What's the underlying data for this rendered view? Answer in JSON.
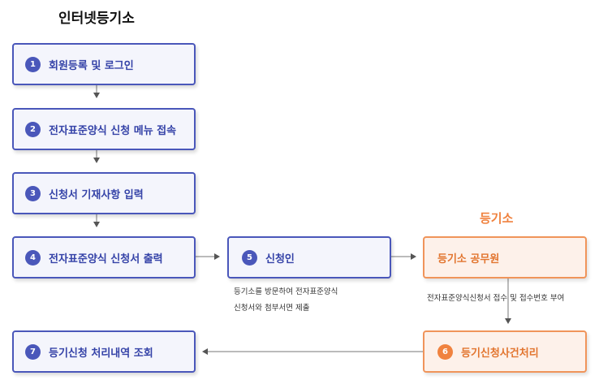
{
  "title": "인터넷등기소",
  "registry_title": "등기소",
  "steps": [
    {
      "num": "1",
      "label": "회원등록 및 로그인"
    },
    {
      "num": "2",
      "label": "전자표준양식 신청 메뉴 접속"
    },
    {
      "num": "3",
      "label": "신청서 기재사항 입력"
    },
    {
      "num": "4",
      "label": "전자표준양식 신청서 출력"
    },
    {
      "num": "5",
      "label": "신청인"
    },
    {
      "num": "6",
      "label": "등기신청사건처리"
    },
    {
      "num": "7",
      "label": "등기신청 처리내역 조회"
    }
  ],
  "clerk": {
    "label": "등기소 공무원"
  },
  "notes": {
    "applicant_line1": "등기소를 방문하여 전자표준양식",
    "applicant_line2": "신청서와 첨부서면 제출",
    "clerk": "전자표준양식신청서 접수 및 접수번호 부여"
  },
  "colors": {
    "blue": "#4a57ba",
    "orange": "#f0823f"
  }
}
